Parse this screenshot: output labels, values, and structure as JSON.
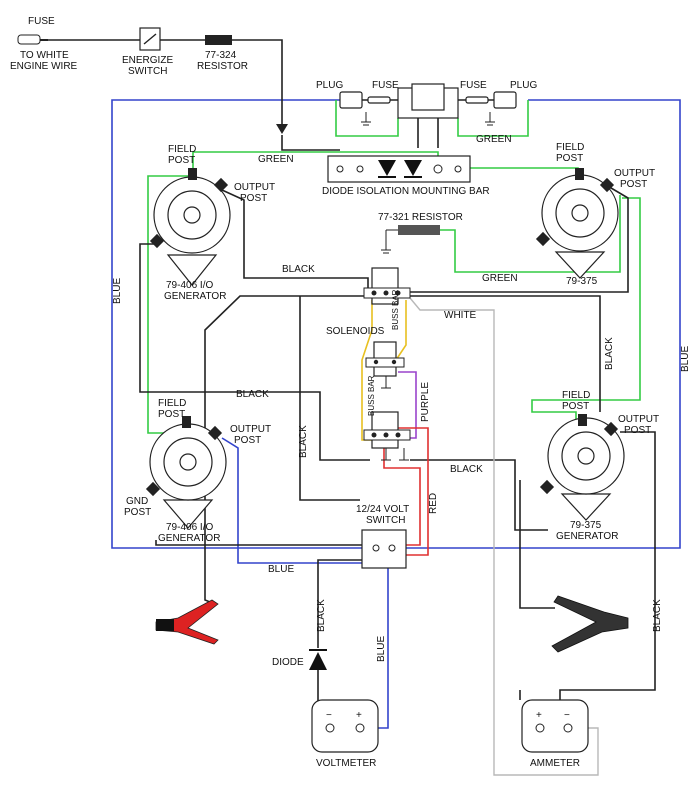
{
  "colors": {
    "black": "#222222",
    "blue": "#3344cc",
    "green": "#33cc44",
    "red": "#e03030",
    "purple": "#9a44cc",
    "yellow": "#e8c020",
    "white_wire": "#b8b8b8"
  },
  "labels": {
    "fuse_top": "FUSE",
    "to_white_1": "TO WHITE",
    "to_white_2": "ENGINE WIRE",
    "energize_1": "ENERGIZE",
    "energize_2": "SWITCH",
    "resistor_324_1": "77-324",
    "resistor_324_2": "RESISTOR",
    "plug_left": "PLUG",
    "fuse_left": "FUSE",
    "fuse_right": "FUSE",
    "plug_right": "PLUG",
    "green_top": "GREEN",
    "green_mid": "GREEN",
    "green_lower": "GREEN",
    "diode_bar": "DIODE ISOLATION MOUNTING BAR",
    "field_post_1": "FIELD",
    "field_post_2": "POST",
    "output_post_1": "OUTPUT",
    "output_post_2": "POST",
    "gnd_post_1": "GND",
    "gnd_post_2": "POST",
    "gen_tl_1": "79-406 I/O",
    "gen_tl_2": "GENERATOR",
    "gen_bl_1": "79-406 I/O",
    "gen_bl_2": "GENERATOR",
    "gen_tr": "79-375",
    "gen_br_1": "79-375",
    "gen_br_2": "GENERATOR",
    "resistor_321": "77-321 RESISTOR",
    "black": "BLACK",
    "blue": "BLUE",
    "white": "WHITE",
    "red": "RED",
    "purple": "PURPLE",
    "solenoids": "SOLENOIDS",
    "solenoid_tag": "BUSS BAR",
    "switch_1": "12/24 VOLT",
    "switch_2": "SWITCH",
    "diode": "DIODE",
    "voltmeter": "VOLTMETER",
    "ammeter": "AMMETER",
    "plus": "+",
    "minus": "−"
  }
}
